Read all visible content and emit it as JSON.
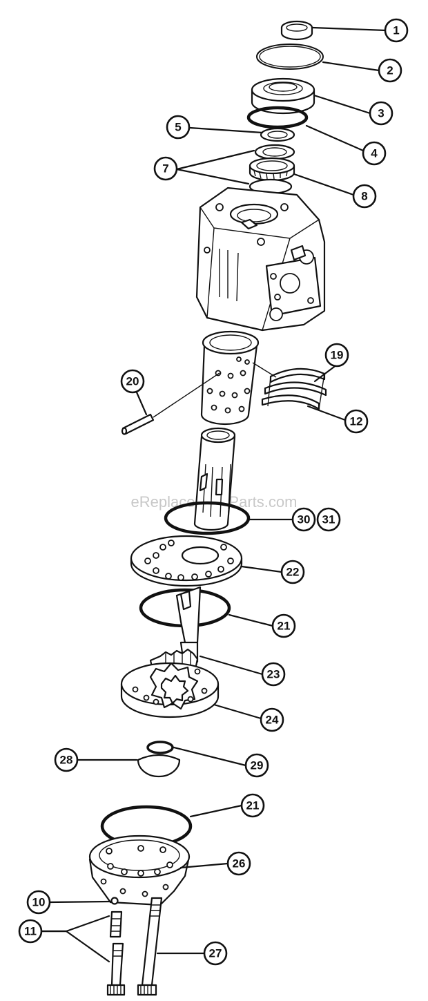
{
  "watermark": "eReplacementParts.com",
  "callouts": [
    {
      "id": "c1",
      "label": "1"
    },
    {
      "id": "c2",
      "label": "2"
    },
    {
      "id": "c3",
      "label": "3"
    },
    {
      "id": "c4",
      "label": "4"
    },
    {
      "id": "c5",
      "label": "5"
    },
    {
      "id": "c7",
      "label": "7"
    },
    {
      "id": "c8",
      "label": "8"
    },
    {
      "id": "c19",
      "label": "19"
    },
    {
      "id": "c20",
      "label": "20"
    },
    {
      "id": "c12",
      "label": "12"
    },
    {
      "id": "c30",
      "label": "30"
    },
    {
      "id": "c31",
      "label": "31"
    },
    {
      "id": "c22",
      "label": "22"
    },
    {
      "id": "c21a",
      "label": "21"
    },
    {
      "id": "c23",
      "label": "23"
    },
    {
      "id": "c24",
      "label": "24"
    },
    {
      "id": "c28",
      "label": "28"
    },
    {
      "id": "c29",
      "label": "29"
    },
    {
      "id": "c21b",
      "label": "21"
    },
    {
      "id": "c26",
      "label": "26"
    },
    {
      "id": "c10",
      "label": "10"
    },
    {
      "id": "c11",
      "label": "11"
    },
    {
      "id": "c27",
      "label": "27"
    }
  ]
}
